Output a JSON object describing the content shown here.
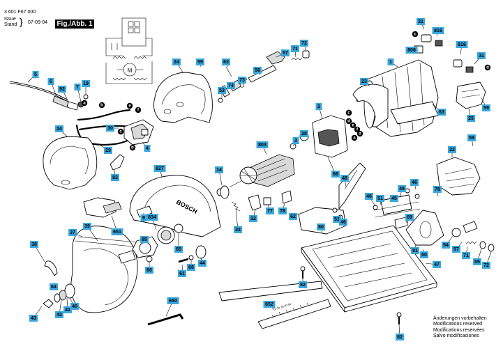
{
  "header": {
    "doc_number": "3 601 F67 000",
    "issue_label": "Issue",
    "stand_label": "Stand",
    "date": "07-09-04",
    "figure_label": "Fig./Abb. 1"
  },
  "notes": [
    "Änderungen vorbehalten",
    "Modifications reserved",
    "Modifications reservées",
    "Salvo modificaciones"
  ],
  "callouts": [
    {
      "id": "31a",
      "label": "31"
    },
    {
      "id": "816a",
      "label": "816"
    },
    {
      "id": "808",
      "label": "808"
    },
    {
      "id": "816b",
      "label": "816"
    },
    {
      "id": "31b",
      "label": "31"
    },
    {
      "id": "72a",
      "label": "72"
    },
    {
      "id": "71a",
      "label": "71"
    },
    {
      "id": "57a",
      "label": "57"
    },
    {
      "id": "63a",
      "label": "63"
    },
    {
      "id": "59a",
      "label": "59"
    },
    {
      "id": "24a",
      "label": "24"
    },
    {
      "id": "56",
      "label": "56"
    },
    {
      "id": "73",
      "label": "73"
    },
    {
      "id": "74",
      "label": "74"
    },
    {
      "id": "53",
      "label": "53"
    },
    {
      "id": "1",
      "label": "1"
    },
    {
      "id": "23",
      "label": "23"
    },
    {
      "id": "63b",
      "label": "63"
    },
    {
      "id": "25",
      "label": "25"
    },
    {
      "id": "59b",
      "label": "59"
    },
    {
      "id": "5",
      "label": "5"
    },
    {
      "id": "6",
      "label": "6"
    },
    {
      "id": "92",
      "label": "92"
    },
    {
      "id": "7",
      "label": "7"
    },
    {
      "id": "19",
      "label": "19"
    },
    {
      "id": "2",
      "label": "2"
    },
    {
      "id": "28",
      "label": "28"
    },
    {
      "id": "3",
      "label": "3"
    },
    {
      "id": "24b",
      "label": "24"
    },
    {
      "id": "30",
      "label": "30"
    },
    {
      "id": "29",
      "label": "29"
    },
    {
      "id": "4",
      "label": "4"
    },
    {
      "id": "803",
      "label": "803"
    },
    {
      "id": "66",
      "label": "66"
    },
    {
      "id": "59c",
      "label": "59"
    },
    {
      "id": "22",
      "label": "22"
    },
    {
      "id": "83",
      "label": "83"
    },
    {
      "id": "827",
      "label": "827"
    },
    {
      "id": "14",
      "label": "14"
    },
    {
      "id": "48",
      "label": "48"
    },
    {
      "id": "49",
      "label": "49"
    },
    {
      "id": "46a",
      "label": "46"
    },
    {
      "id": "78a",
      "label": "78"
    },
    {
      "id": "46b",
      "label": "46"
    },
    {
      "id": "51a",
      "label": "51"
    },
    {
      "id": "45",
      "label": "45"
    },
    {
      "id": "39",
      "label": "39"
    },
    {
      "id": "9",
      "label": "9"
    },
    {
      "id": "651",
      "label": "651"
    },
    {
      "id": "33",
      "label": "33"
    },
    {
      "id": "32",
      "label": "32"
    },
    {
      "id": "77",
      "label": "77"
    },
    {
      "id": "78b",
      "label": "78"
    },
    {
      "id": "62",
      "label": "62"
    },
    {
      "id": "80",
      "label": "80"
    },
    {
      "id": "51b",
      "label": "51"
    },
    {
      "id": "46c",
      "label": "46"
    },
    {
      "id": "69",
      "label": "69"
    },
    {
      "id": "37",
      "label": "37"
    },
    {
      "id": "834",
      "label": "834"
    },
    {
      "id": "85",
      "label": "85"
    },
    {
      "id": "65",
      "label": "65"
    },
    {
      "id": "38",
      "label": "38"
    },
    {
      "id": "60",
      "label": "60"
    },
    {
      "id": "61",
      "label": "61"
    },
    {
      "id": "68",
      "label": "68"
    },
    {
      "id": "44",
      "label": "44"
    },
    {
      "id": "64",
      "label": "64"
    },
    {
      "id": "42",
      "label": "42"
    },
    {
      "id": "41",
      "label": "41"
    },
    {
      "id": "40",
      "label": "40"
    },
    {
      "id": "43",
      "label": "43"
    },
    {
      "id": "81",
      "label": "81"
    },
    {
      "id": "50",
      "label": "50"
    },
    {
      "id": "54",
      "label": "54"
    },
    {
      "id": "57b",
      "label": "57"
    },
    {
      "id": "71b",
      "label": "71"
    },
    {
      "id": "55",
      "label": "55"
    },
    {
      "id": "72b",
      "label": "72"
    },
    {
      "id": "47",
      "label": "47"
    },
    {
      "id": "82a",
      "label": "82"
    },
    {
      "id": "650",
      "label": "650"
    },
    {
      "id": "652",
      "label": "652"
    },
    {
      "id": "82b",
      "label": "82"
    }
  ],
  "connectors": [
    {
      "id": "c-tr1",
      "label": "c"
    },
    {
      "id": "d-tr1",
      "label": "d"
    },
    {
      "id": "c-r2",
      "label": "c"
    },
    {
      "id": "d-r2",
      "label": "d"
    },
    {
      "id": "a-l",
      "label": "a"
    },
    {
      "id": "b-l",
      "label": "b"
    },
    {
      "id": "e-l",
      "label": "e"
    },
    {
      "id": "f-l",
      "label": "f"
    },
    {
      "id": "c-l",
      "label": "c"
    },
    {
      "id": "b-l2",
      "label": "b"
    },
    {
      "id": "c-m",
      "label": "c"
    },
    {
      "id": "d-m",
      "label": "d"
    },
    {
      "id": "e-m",
      "label": "e"
    },
    {
      "id": "f-m",
      "label": "f"
    },
    {
      "id": "a-m",
      "label": "a"
    }
  ],
  "logo_text": "BOSCH",
  "scale_text": "10 20 30 40 50"
}
